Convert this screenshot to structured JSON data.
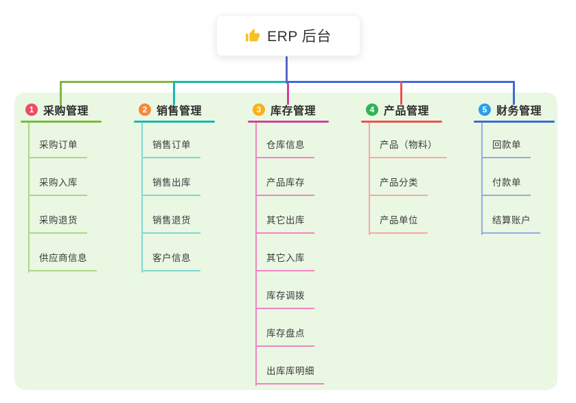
{
  "root": {
    "title": "ERP 后台",
    "icon": "thumbs-up-icon",
    "icon_color": "#f6c026",
    "line_color": "#5a66c9",
    "background": "#ffffff"
  },
  "panel": {
    "background": "#eaf7e3"
  },
  "branches": [
    {
      "badge": "1",
      "title": "采购管理",
      "badge_color": "#ec4b64",
      "line_color": "#7cb93f",
      "child_line_color": "#abd685",
      "children": [
        "采购订单",
        "采购入库",
        "采购退货",
        "供应商信息"
      ]
    },
    {
      "badge": "2",
      "title": "销售管理",
      "badge_color": "#f8873c",
      "line_color": "#16b9ae",
      "child_line_color": "#7fd8cd",
      "children": [
        "销售订单",
        "销售出库",
        "销售退货",
        "客户信息"
      ]
    },
    {
      "badge": "3",
      "title": "库存管理",
      "badge_color": "#fbaf16",
      "line_color": "#d23f9c",
      "child_line_color": "#ef85c1",
      "children": [
        "仓库信息",
        "产品库存",
        "其它出库",
        "其它入库",
        "库存调拨",
        "库存盘点",
        "出库库明细"
      ]
    },
    {
      "badge": "4",
      "title": "产品管理",
      "badge_color": "#2db454",
      "line_color": "#f04f50",
      "child_line_color": "#f9a6a6",
      "children": [
        "产品（物料）",
        "产品分类",
        "产品单位"
      ]
    },
    {
      "badge": "5",
      "title": "财务管理",
      "badge_color": "#2aa0e6",
      "line_color": "#3c69d6",
      "child_line_color": "#94aae4",
      "children": [
        "回款单",
        "付款单",
        "结算账户"
      ]
    }
  ]
}
